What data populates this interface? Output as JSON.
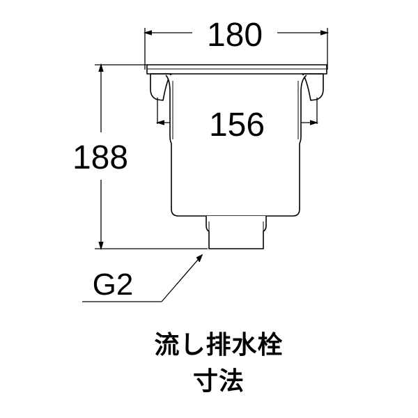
{
  "dimensions": {
    "top_width": "180",
    "inner_width": "156",
    "height": "188",
    "thread": "G2"
  },
  "caption": {
    "line1": "流し排水栓",
    "line2": "寸法"
  },
  "colors": {
    "line": "#000000",
    "part_fill": "#ffffff"
  }
}
